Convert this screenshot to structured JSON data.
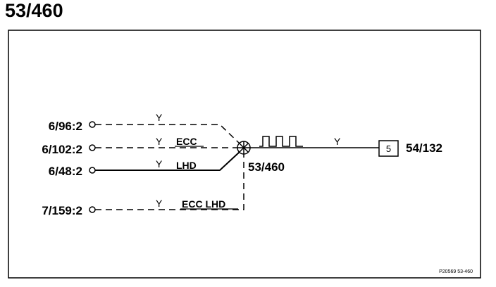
{
  "title": "53/460",
  "connectors": {
    "c1": "6/96:2",
    "c2": "6/102:2",
    "c3": "6/48:2",
    "c4": "7/159:2"
  },
  "wire_colors": {
    "w1": "Y",
    "w2": "Y",
    "w3": "Y",
    "w4": "Y",
    "out": "Y"
  },
  "wire_notes": {
    "w2": "ECC",
    "w3": "LHD",
    "w4": "ECC LHD"
  },
  "junction_label": "53/460",
  "destination": {
    "pin": "5",
    "label": "54/132"
  },
  "reference": "P20569  53-460",
  "colors": {
    "line": "#000000",
    "background": "#ffffff"
  }
}
